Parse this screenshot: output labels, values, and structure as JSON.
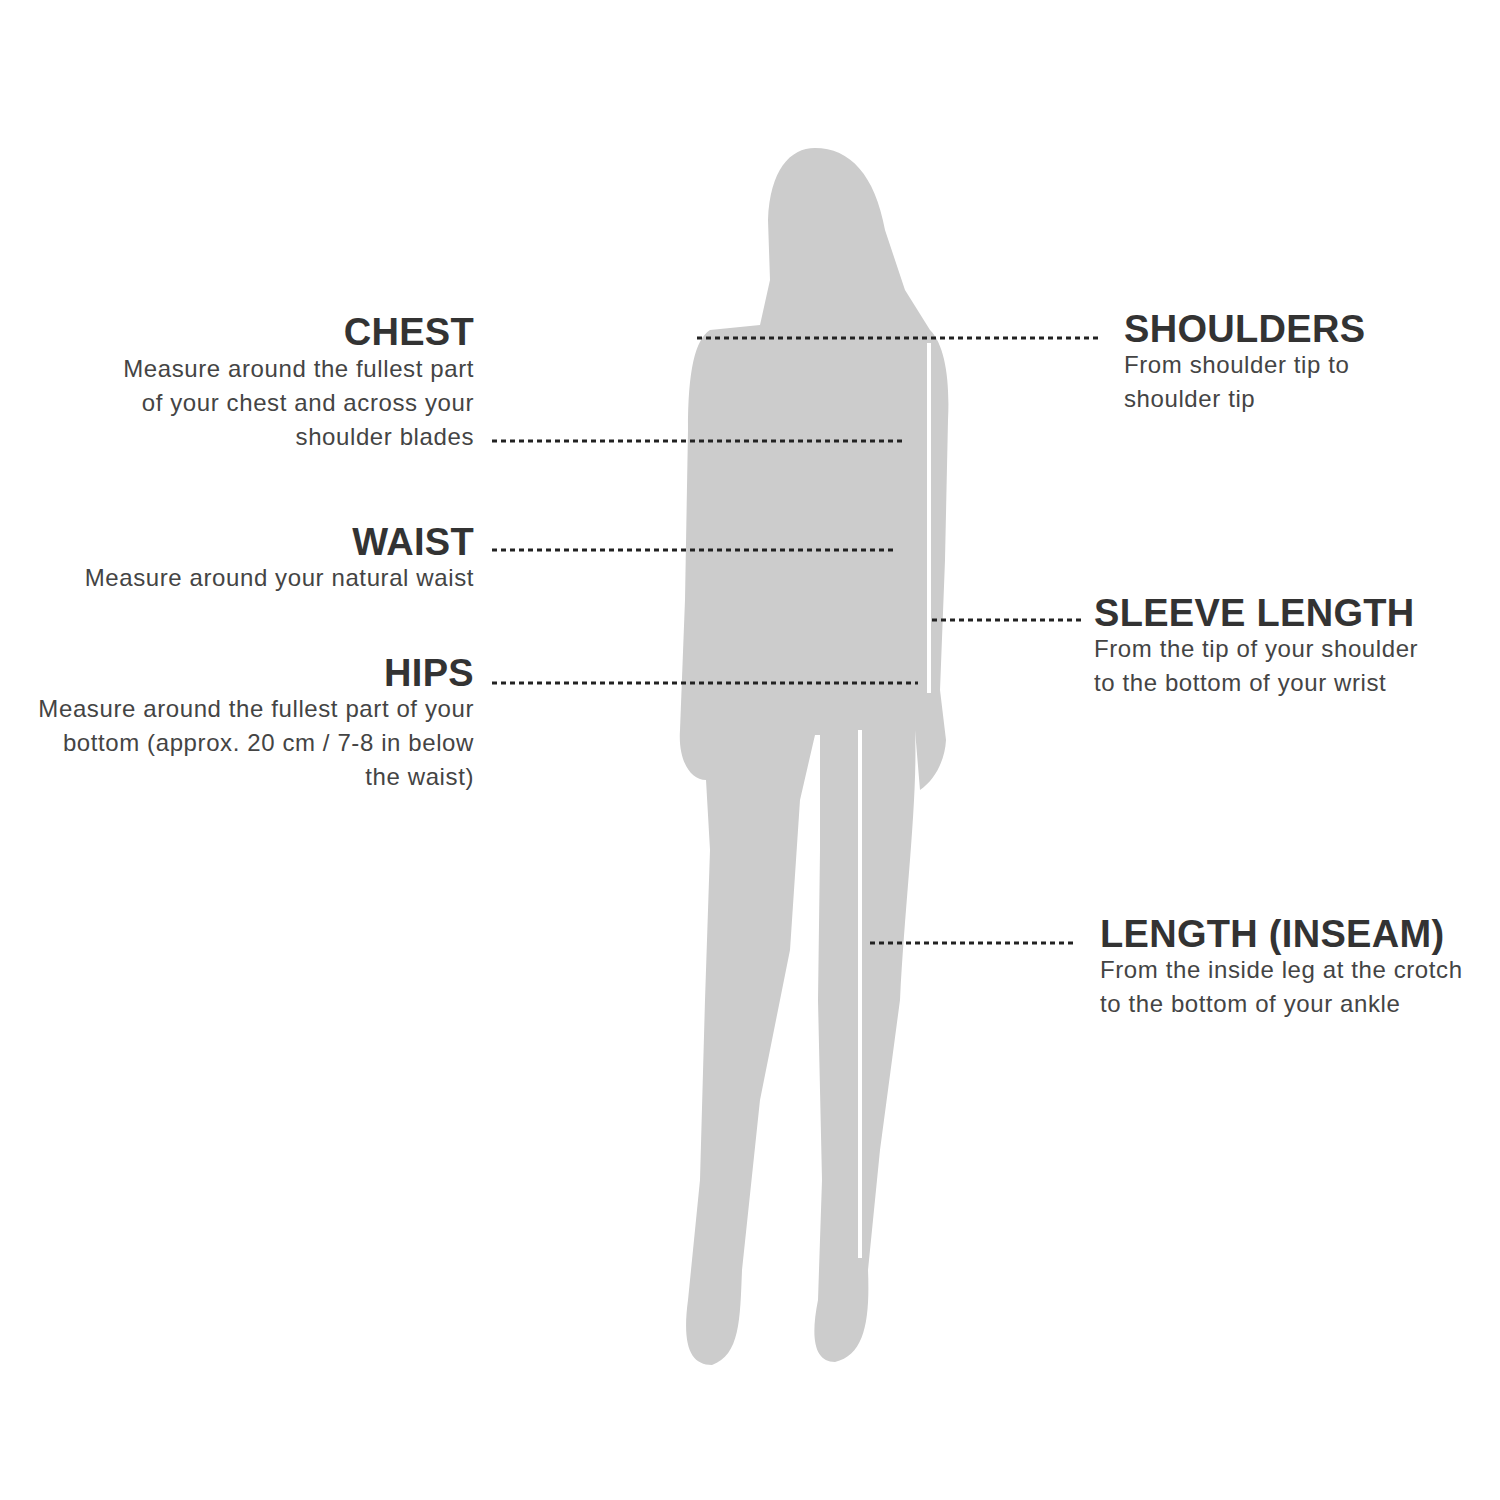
{
  "diagram": {
    "labels": [
      "CHEST",
      "Measure around the fullest part of your chest and across your shoulder blades",
      "SHOULDERS",
      "From shoulder tip to shoulder tip",
      "WAIST",
      "Measure around your natural waist",
      "SLEEVE LENGTH",
      "From the tip of your shoulder to the bottom of your wrist",
      "HIPS",
      "Measure around the fullest part of your bottom (approx. 20 cm / 7-8 in below the waist)",
      "LENGTH (INSEAM)",
      "From the inside leg at the crotch to the bottom of your ankle"
    ]
  }
}
